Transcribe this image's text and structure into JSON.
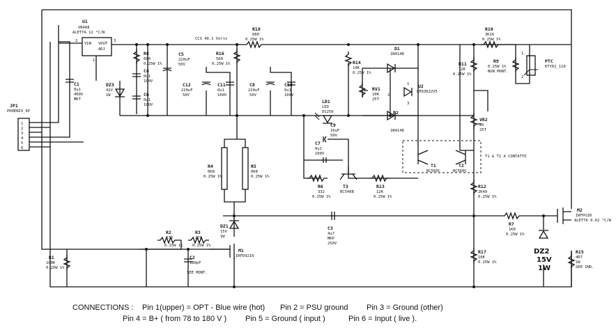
{
  "components": {
    "u1": {
      "ref": "U1",
      "part": "VB408",
      "spec": "ALETTA 12 °C/W",
      "pin_vin": "VIN",
      "pin_vout": "VOUT",
      "pin_adj": "ADJ",
      "pin1": "1",
      "pin2": "2",
      "pin3": "3"
    },
    "jp1": {
      "ref": "JP1",
      "part": "PHOENIX_6P",
      "pins": [
        "1",
        "2",
        "3",
        "4",
        "5",
        "6"
      ]
    },
    "c1": {
      "ref": "C1",
      "v1": "0u1",
      "v2": "400V",
      "v3": "MKT"
    },
    "dz3": {
      "ref": "DZ3",
      "v1": "42V",
      "v2": "1W"
    },
    "r8": {
      "ref": "R8",
      "v1": "680",
      "v2": "0.25W 1%"
    },
    "c4": {
      "ref": "C4",
      "v1": "0u1",
      "v2": "100V"
    },
    "c6": {
      "ref": "C6",
      "v1": "0u1",
      "v2": "100V"
    },
    "c5": {
      "ref": "C5",
      "v1": "220uF",
      "v2": "50V"
    },
    "r16": {
      "ref": "R16",
      "v1": "560",
      "v2": "0.25W 1%"
    },
    "c12": {
      "ref": "C12",
      "v1": "220uF",
      "v2": "50V"
    },
    "c11": {
      "ref": "C11",
      "v1": "0u1",
      "v2": "100V"
    },
    "r18": {
      "ref": "R18",
      "v1": "680",
      "v2": "0.25W 1%"
    },
    "note_ccs": "CCS 40.1 Volts",
    "c8": {
      "ref": "C8",
      "v1": "220uF",
      "v2": "50V"
    },
    "c10": {
      "ref": "C10",
      "v1": "0u1",
      "v2": "100V"
    },
    "r14": {
      "ref": "R14",
      "v1": "14K",
      "v2": "0.25W 1%"
    },
    "ld1": {
      "ref": "LD1",
      "v1": "LED",
      "v2": "DS250"
    },
    "c9": {
      "ref": "C9",
      "v1": "10uF",
      "v2": "50V"
    },
    "c7": {
      "ref": "C7",
      "v1": "0u1",
      "v2": "100V"
    },
    "d1": {
      "ref": "D1",
      "v1": "1N4148"
    },
    "d2": {
      "ref": "D2",
      "v1": "1N4148"
    },
    "rv1": {
      "ref": "RV1",
      "v1": "10K",
      "v2": "25T"
    },
    "u2": {
      "ref": "U2",
      "v1": "LM336Z2V5",
      "pin1": "1",
      "pin2": "2",
      "pin3": "3"
    },
    "r11": {
      "ref": "R11",
      "v1": "12K",
      "v2": "0.25W 1%"
    },
    "r10": {
      "ref": "R10",
      "v1": "3K16",
      "v2": "0.25W 1%"
    },
    "r9": {
      "ref": "R9",
      "v1": "0.25W 1%",
      "v2": "NON MONT."
    },
    "ptc": {
      "ref": "PTC",
      "v1": "KTY81_110",
      "pin1": "1",
      "pin2": "2"
    },
    "vr2": {
      "ref": "VR2",
      "v1": "2K",
      "v2": "25T"
    },
    "note_t1t2": "T1 & T2 A CONTATTO",
    "t1": {
      "ref": "T1",
      "v1": "BC560C"
    },
    "t2": {
      "ref": "T2",
      "v1": "BC560C"
    },
    "r4": {
      "ref": "R4",
      "v1": "6K8",
      "v2": "0.25W 1%"
    },
    "r5": {
      "ref": "R5",
      "v1": "6K8",
      "v2": "0.25W 1%"
    },
    "r6": {
      "ref": "R6",
      "v1": "332",
      "v2": "0.25W 1%"
    },
    "t3": {
      "ref": "T3",
      "v1": "BC546B"
    },
    "r13": {
      "ref": "R13",
      "v1": "12K",
      "v2": "0.25W 1%"
    },
    "r12": {
      "ref": "R12",
      "v1": "2K49",
      "v2": "0.25W 1%"
    },
    "m2": {
      "ref": "M2",
      "v1": "IRFPG30",
      "v2": "ALETTA 0.62 °C/W"
    },
    "r1": {
      "ref": "R1",
      "v1": "100K",
      "v2": "0.25W 1%"
    },
    "r2": {
      "ref": "R2",
      "v1": "270",
      "v2": "0.25W 1%"
    },
    "r3": {
      "ref": "R3",
      "v1": "270",
      "v2": "0.25W 1%"
    },
    "c2": {
      "ref": "C2",
      "v1": "180pF",
      "v2": "SEE MONT."
    },
    "dz1": {
      "ref": "DZ1",
      "v1": "15V",
      "v2": "1W"
    },
    "m1": {
      "ref": "M1",
      "v1": "IRFD9210"
    },
    "c3": {
      "ref": "C3",
      "v1": "4u7",
      "v2": "MKP",
      "v3": "250V"
    },
    "r7": {
      "ref": "R7",
      "v1": "1K0",
      "v2": "0.25W 1%"
    },
    "dz2": {
      "ref": "DZ2",
      "v1": "15V",
      "v2": "1W"
    },
    "r17": {
      "ref": "R17",
      "v1": "10K",
      "v2": "0.25W 1%"
    },
    "r15": {
      "ref": "R15",
      "v1": "4R7",
      "v2": "1W",
      "v3": "SEE IND."
    }
  },
  "connections": {
    "heading": "CONNECTIONS :",
    "pin1": "Pin 1(upper) = OPT - Blue wire (hot)",
    "pin2": "Pin 2 = PSU ground",
    "pin3": "Pin 3 = Ground (other)",
    "pin4": "Pin 4 = B+ ( from 78 to 180 V )",
    "pin5": "Pin 5 = Ground ( input )",
    "pin6": "Pin 6 = Input ( live )."
  }
}
